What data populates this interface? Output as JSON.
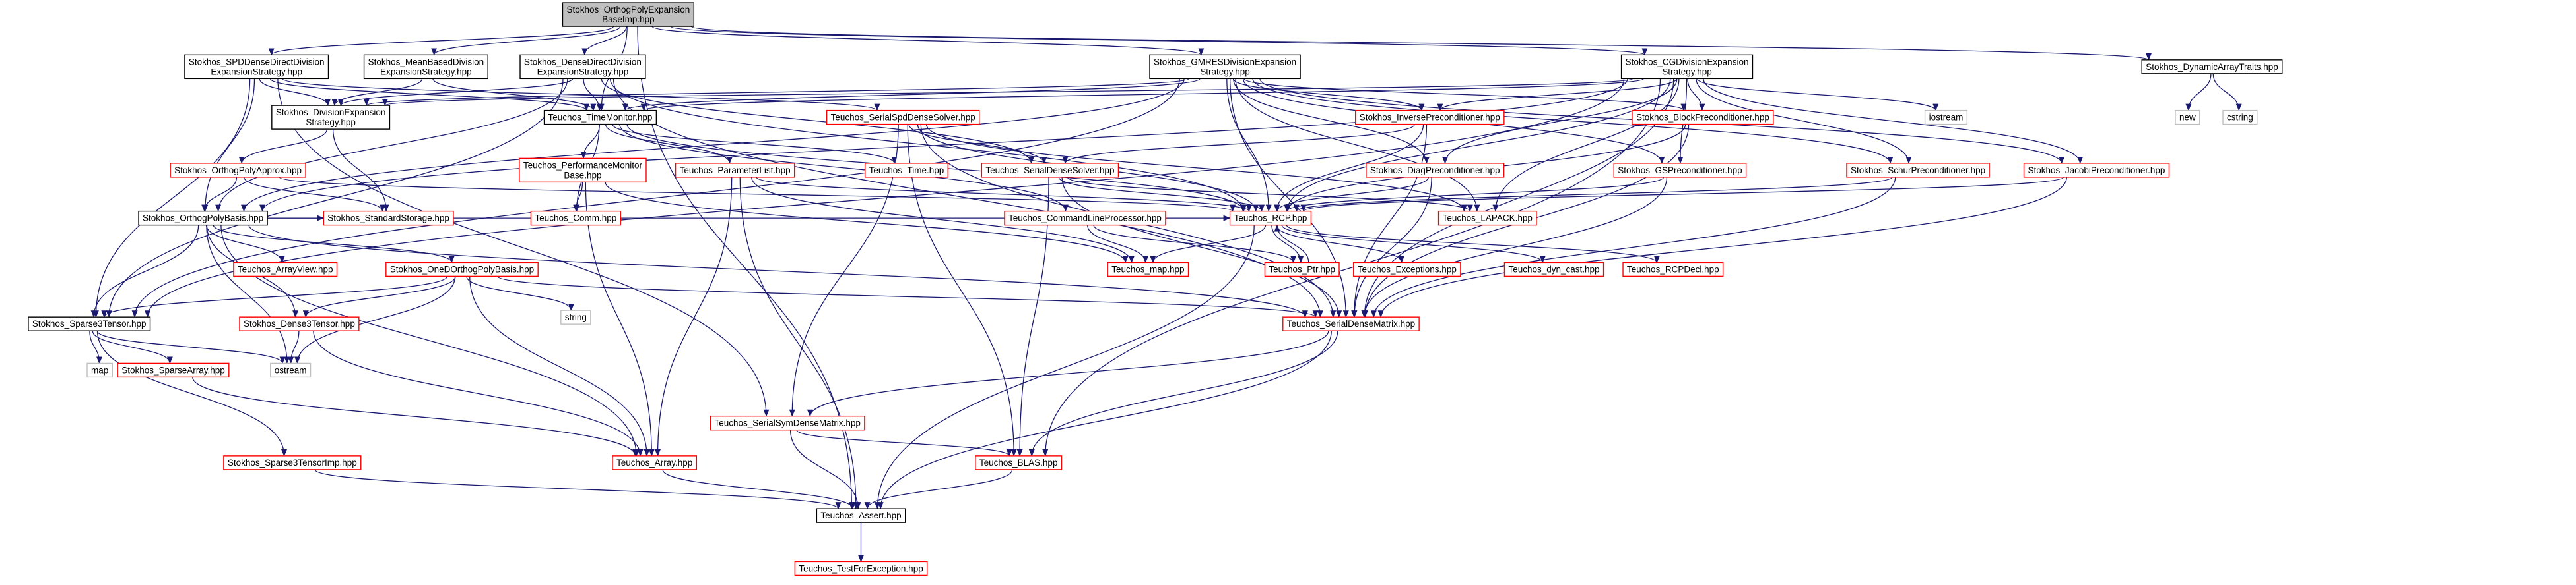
{
  "colors": {
    "edge": "#191970",
    "root_fill": "#bfbfbf",
    "black_border": "#000000",
    "red_border": "#ff0000",
    "gray_border": "#bfbfbf",
    "text": "#000000"
  },
  "nodes": [
    {
      "id": "root",
      "lines": [
        "Stokhos_OrthogPolyExpansion",
        "BaseImp.hpp"
      ],
      "style": "root"
    },
    {
      "id": "spd",
      "lines": [
        "Stokhos_SPDDenseDirectDivision",
        "ExpansionStrategy.hpp"
      ],
      "style": "black"
    },
    {
      "id": "meanb",
      "lines": [
        "Stokhos_MeanBasedDivision",
        "ExpansionStrategy.hpp"
      ],
      "style": "black"
    },
    {
      "id": "ddds",
      "lines": [
        "Stokhos_DenseDirectDivision",
        "ExpansionStrategy.hpp"
      ],
      "style": "black"
    },
    {
      "id": "gmres",
      "lines": [
        "Stokhos_GMRESDivisionExpansion",
        "Strategy.hpp"
      ],
      "style": "black"
    },
    {
      "id": "cg",
      "lines": [
        "Stokhos_CGDivisionExpansion",
        "Strategy.hpp"
      ],
      "style": "black"
    },
    {
      "id": "dyn",
      "lines": [
        "Stokhos_DynamicArrayTraits.hpp"
      ],
      "style": "black"
    },
    {
      "id": "divexp",
      "lines": [
        "Stokhos_DivisionExpansion",
        "Strategy.hpp"
      ],
      "style": "black"
    },
    {
      "id": "timemon",
      "lines": [
        "Teuchos_TimeMonitor.hpp"
      ],
      "style": "black"
    },
    {
      "id": "serialspd",
      "lines": [
        "Teuchos_SerialSpdDenseSolver.hpp"
      ],
      "style": "red"
    },
    {
      "id": "invprec",
      "lines": [
        "Stokhos_InversePreconditioner.hpp"
      ],
      "style": "red"
    },
    {
      "id": "blockprec",
      "lines": [
        "Stokhos_BlockPreconditioner.hpp"
      ],
      "style": "red"
    },
    {
      "id": "iostream",
      "lines": [
        "iostream"
      ],
      "style": "gray"
    },
    {
      "id": "new",
      "lines": [
        "new"
      ],
      "style": "gray"
    },
    {
      "id": "cstring",
      "lines": [
        "cstring"
      ],
      "style": "gray"
    },
    {
      "id": "orthapprox",
      "lines": [
        "Stokhos_OrthogPolyApprox.hpp"
      ],
      "style": "red"
    },
    {
      "id": "perfmon",
      "lines": [
        "Teuchos_PerformanceMonitor",
        "Base.hpp"
      ],
      "style": "red"
    },
    {
      "id": "paramlist",
      "lines": [
        "Teuchos_ParameterList.hpp"
      ],
      "style": "red"
    },
    {
      "id": "time",
      "lines": [
        "Teuchos_Time.hpp"
      ],
      "style": "red"
    },
    {
      "id": "serialdense",
      "lines": [
        "Teuchos_SerialDenseSolver.hpp"
      ],
      "style": "red"
    },
    {
      "id": "diagprec",
      "lines": [
        "Stokhos_DiagPreconditioner.hpp"
      ],
      "style": "red"
    },
    {
      "id": "gsprec",
      "lines": [
        "Stokhos_GSPreconditioner.hpp"
      ],
      "style": "red"
    },
    {
      "id": "schurprec",
      "lines": [
        "Stokhos_SchurPreconditioner.hpp"
      ],
      "style": "red"
    },
    {
      "id": "jacobiprec",
      "lines": [
        "Stokhos_JacobiPreconditioner.hpp"
      ],
      "style": "red"
    },
    {
      "id": "orthbasis",
      "lines": [
        "Stokhos_OrthogPolyBasis.hpp"
      ],
      "style": "black"
    },
    {
      "id": "stdstorage",
      "lines": [
        "Stokhos_StandardStorage.hpp"
      ],
      "style": "red"
    },
    {
      "id": "comm",
      "lines": [
        "Teuchos_Comm.hpp"
      ],
      "style": "red"
    },
    {
      "id": "cmdline",
      "lines": [
        "Teuchos_CommandLineProcessor.hpp"
      ],
      "style": "red"
    },
    {
      "id": "rcp",
      "lines": [
        "Teuchos_RCP.hpp"
      ],
      "style": "red"
    },
    {
      "id": "lapack",
      "lines": [
        "Teuchos_LAPACK.hpp"
      ],
      "style": "red"
    },
    {
      "id": "arrayview",
      "lines": [
        "Teuchos_ArrayView.hpp"
      ],
      "style": "red"
    },
    {
      "id": "oned",
      "lines": [
        "Stokhos_OneDOrthogPolyBasis.hpp"
      ],
      "style": "red"
    },
    {
      "id": "map",
      "lines": [
        "Teuchos_map.hpp"
      ],
      "style": "red"
    },
    {
      "id": "ptr",
      "lines": [
        "Teuchos_Ptr.hpp"
      ],
      "style": "red"
    },
    {
      "id": "exceptions",
      "lines": [
        "Teuchos_Exceptions.hpp"
      ],
      "style": "red"
    },
    {
      "id": "dyncast",
      "lines": [
        "Teuchos_dyn_cast.hpp"
      ],
      "style": "red"
    },
    {
      "id": "rcpdecl",
      "lines": [
        "Teuchos_RCPDecl.hpp"
      ],
      "style": "red"
    },
    {
      "id": "string",
      "lines": [
        "string"
      ],
      "style": "gray"
    },
    {
      "id": "sparse3",
      "lines": [
        "Stokhos_Sparse3Tensor.hpp"
      ],
      "style": "black"
    },
    {
      "id": "dense3",
      "lines": [
        "Stokhos_Dense3Tensor.hpp"
      ],
      "style": "red"
    },
    {
      "id": "serialdensematrix",
      "lines": [
        "Teuchos_SerialDenseMatrix.hpp"
      ],
      "style": "red"
    },
    {
      "id": "mapstd",
      "lines": [
        "map"
      ],
      "style": "gray"
    },
    {
      "id": "ostream",
      "lines": [
        "ostream"
      ],
      "style": "gray"
    },
    {
      "id": "sparsearray",
      "lines": [
        "Stokhos_SparseArray.hpp"
      ],
      "style": "red"
    },
    {
      "id": "serialsym",
      "lines": [
        "Teuchos_SerialSymDenseMatrix.hpp"
      ],
      "style": "red"
    },
    {
      "id": "sparse3imp",
      "lines": [
        "Stokhos_Sparse3TensorImp.hpp"
      ],
      "style": "red"
    },
    {
      "id": "array",
      "lines": [
        "Teuchos_Array.hpp"
      ],
      "style": "red"
    },
    {
      "id": "blas",
      "lines": [
        "Teuchos_BLAS.hpp"
      ],
      "style": "red"
    },
    {
      "id": "assert",
      "lines": [
        "Teuchos_Assert.hpp"
      ],
      "style": "black"
    },
    {
      "id": "testforexc",
      "lines": [
        "Teuchos_TestForException.hpp"
      ],
      "style": "red"
    }
  ],
  "edges": [
    [
      "root",
      "spd"
    ],
    [
      "root",
      "meanb"
    ],
    [
      "root",
      "ddds"
    ],
    [
      "root",
      "gmres"
    ],
    [
      "root",
      "cg"
    ],
    [
      "root",
      "dyn"
    ],
    [
      "root",
      "timemon"
    ],
    [
      "root",
      "assert"
    ],
    [
      "spd",
      "divexp"
    ],
    [
      "spd",
      "timemon"
    ],
    [
      "spd",
      "orthbasis"
    ],
    [
      "spd",
      "sparse3"
    ],
    [
      "spd",
      "serialspd"
    ],
    [
      "spd",
      "serialsym"
    ],
    [
      "meanb",
      "divexp"
    ],
    [
      "meanb",
      "timemon"
    ],
    [
      "ddds",
      "divexp"
    ],
    [
      "ddds",
      "timemon"
    ],
    [
      "ddds",
      "orthbasis"
    ],
    [
      "ddds",
      "sparse3"
    ],
    [
      "ddds",
      "serialdense"
    ],
    [
      "ddds",
      "rcp"
    ],
    [
      "ddds",
      "serialdensematrix"
    ],
    [
      "gmres",
      "divexp"
    ],
    [
      "gmres",
      "timemon"
    ],
    [
      "gmres",
      "orthbasis"
    ],
    [
      "gmres",
      "sparse3"
    ],
    [
      "gmres",
      "rcp"
    ],
    [
      "gmres",
      "lapack"
    ],
    [
      "gmres",
      "serialdensematrix"
    ],
    [
      "gmres",
      "invprec"
    ],
    [
      "gmres",
      "blockprec"
    ],
    [
      "gmres",
      "diagprec"
    ],
    [
      "gmres",
      "gsprec"
    ],
    [
      "gmres",
      "schurprec"
    ],
    [
      "gmres",
      "jacobiprec"
    ],
    [
      "cg",
      "divexp"
    ],
    [
      "cg",
      "timemon"
    ],
    [
      "cg",
      "orthbasis"
    ],
    [
      "cg",
      "sparse3"
    ],
    [
      "cg",
      "invprec"
    ],
    [
      "cg",
      "blockprec"
    ],
    [
      "cg",
      "iostream"
    ],
    [
      "cg",
      "diagprec"
    ],
    [
      "cg",
      "gsprec"
    ],
    [
      "cg",
      "schurprec"
    ],
    [
      "cg",
      "jacobiprec"
    ],
    [
      "cg",
      "rcp"
    ],
    [
      "cg",
      "lapack"
    ],
    [
      "cg",
      "serialdensematrix"
    ],
    [
      "cg",
      "blas"
    ],
    [
      "dyn",
      "new"
    ],
    [
      "dyn",
      "cstring"
    ],
    [
      "divexp",
      "orthapprox"
    ],
    [
      "divexp",
      "stdstorage"
    ],
    [
      "timemon",
      "perfmon"
    ],
    [
      "timemon",
      "paramlist"
    ],
    [
      "timemon",
      "time"
    ],
    [
      "timemon",
      "rcp"
    ],
    [
      "timemon",
      "cmdline"
    ],
    [
      "timemon",
      "comm"
    ],
    [
      "serialspd",
      "serialdense"
    ],
    [
      "serialspd",
      "rcp"
    ],
    [
      "serialspd",
      "lapack"
    ],
    [
      "serialspd",
      "blas"
    ],
    [
      "serialspd",
      "serialsym"
    ],
    [
      "serialspd",
      "serialdensematrix"
    ],
    [
      "invprec",
      "serialdense"
    ],
    [
      "invprec",
      "rcp"
    ],
    [
      "invprec",
      "serialdensematrix"
    ],
    [
      "blockprec",
      "rcp"
    ],
    [
      "blockprec",
      "serialdensematrix"
    ],
    [
      "orthapprox",
      "orthbasis"
    ],
    [
      "orthapprox",
      "stdstorage"
    ],
    [
      "orthapprox",
      "rcp"
    ],
    [
      "perfmon",
      "comm"
    ],
    [
      "perfmon",
      "array"
    ],
    [
      "perfmon",
      "map"
    ],
    [
      "paramlist",
      "rcp"
    ],
    [
      "paramlist",
      "map"
    ],
    [
      "paramlist",
      "array"
    ],
    [
      "paramlist",
      "assert"
    ],
    [
      "serialdense",
      "rcp"
    ],
    [
      "serialdense",
      "lapack"
    ],
    [
      "serialdense",
      "blas"
    ],
    [
      "serialdense",
      "serialdensematrix"
    ],
    [
      "diagprec",
      "rcp"
    ],
    [
      "diagprec",
      "serialdensematrix"
    ],
    [
      "gsprec",
      "rcp"
    ],
    [
      "gsprec",
      "serialdensematrix"
    ],
    [
      "schurprec",
      "rcp"
    ],
    [
      "schurprec",
      "serialdensematrix"
    ],
    [
      "jacobiprec",
      "rcp"
    ],
    [
      "jacobiprec",
      "serialdensematrix"
    ],
    [
      "orthbasis",
      "arrayview"
    ],
    [
      "orthbasis",
      "stdstorage"
    ],
    [
      "orthbasis",
      "oned"
    ],
    [
      "orthbasis",
      "sparse3"
    ],
    [
      "orthbasis",
      "dense3"
    ],
    [
      "orthbasis",
      "array"
    ],
    [
      "orthbasis",
      "rcp"
    ],
    [
      "orthbasis",
      "ostream"
    ],
    [
      "orthbasis",
      "serialdensematrix"
    ],
    [
      "cmdline",
      "map"
    ],
    [
      "cmdline",
      "ptr"
    ],
    [
      "rcp",
      "ptr"
    ],
    [
      "rcp",
      "exceptions"
    ],
    [
      "rcp",
      "dyncast"
    ],
    [
      "rcp",
      "rcpdecl"
    ],
    [
      "rcp",
      "map"
    ],
    [
      "rcp",
      "assert"
    ],
    [
      "ptr",
      "rcp"
    ],
    [
      "oned",
      "string"
    ],
    [
      "oned",
      "sparse3"
    ],
    [
      "oned",
      "dense3"
    ],
    [
      "oned",
      "array"
    ],
    [
      "oned",
      "ostream"
    ],
    [
      "oned",
      "serialdensematrix"
    ],
    [
      "sparse3",
      "mapstd"
    ],
    [
      "sparse3",
      "ostream"
    ],
    [
      "sparse3",
      "sparsearray"
    ],
    [
      "sparse3",
      "sparse3imp"
    ],
    [
      "dense3",
      "ostream"
    ],
    [
      "dense3",
      "array"
    ],
    [
      "serialdensematrix",
      "blas"
    ],
    [
      "serialdensematrix",
      "serialsym"
    ],
    [
      "serialdensematrix",
      "assert"
    ],
    [
      "sparsearray",
      "array"
    ],
    [
      "serialsym",
      "blas"
    ],
    [
      "serialsym",
      "assert"
    ],
    [
      "sparse3imp",
      "assert"
    ],
    [
      "array",
      "assert"
    ],
    [
      "blas",
      "assert"
    ],
    [
      "assert",
      "testforexc"
    ]
  ]
}
